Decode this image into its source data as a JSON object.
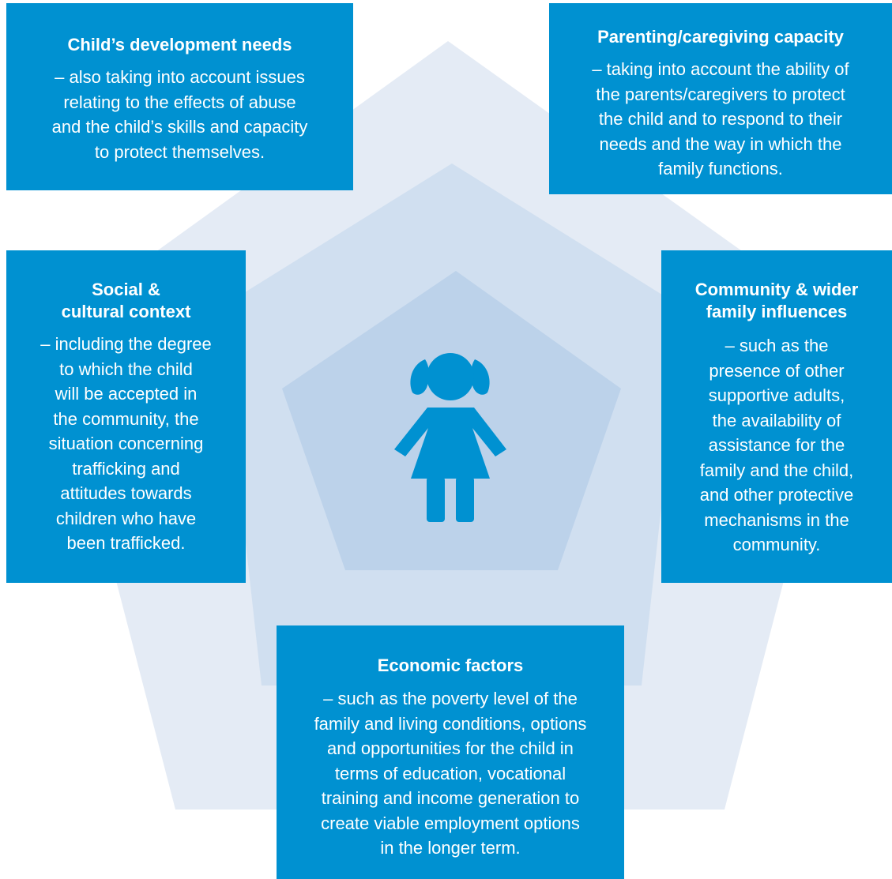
{
  "colors": {
    "box_fill": "#0091d1",
    "box_text": "#ffffff",
    "outer_pentagon": "#e4ebf5",
    "middle_pentagon": "#d0dff0",
    "inner_pentagon": "#bcd2ea",
    "child_icon": "#0091d1"
  },
  "center_icon": {
    "icon": "girl-child-icon"
  },
  "boxes": {
    "child_development": {
      "title": "Child’s development needs",
      "body": "– also taking into account issues\nrelating to the effects of abuse\nand the child’s skills and capacity\nto protect themselves."
    },
    "parenting": {
      "title": "Parenting/caregiving capacity",
      "body": "– taking into account the ability of\nthe parents/caregivers to protect\nthe child and to respond to their\nneeds and the way in which the\nfamily functions."
    },
    "social": {
      "title": "Social &\ncultural context",
      "body": "– including the degree\nto which the child\nwill be accepted in\nthe community, the\nsituation concerning\ntrafficking and\nattitudes towards\nchildren who have\nbeen trafficked."
    },
    "community": {
      "title": "Community & wider\nfamily influences",
      "body": "– such as the\npresence of other\nsupportive adults,\nthe availability of\nassistance for the\nfamily and the child,\nand other protective\nmechanisms in the\ncommunity."
    },
    "economic": {
      "title": "Economic factors",
      "body": "– such as the poverty level of the\nfamily and living conditions, options\nand opportunities for the child in\nterms of education, vocational\ntraining and income generation to\ncreate viable employment options\nin the longer term."
    }
  }
}
